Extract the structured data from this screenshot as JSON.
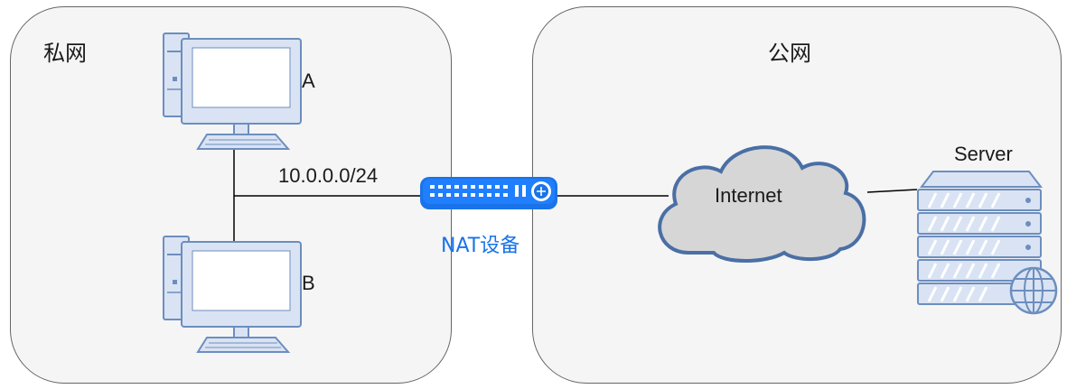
{
  "zones": {
    "private": {
      "label": "私网"
    },
    "public": {
      "label": "公网"
    }
  },
  "nodes": {
    "computer_a": {
      "label": "A",
      "icon": "desktop-computer-icon"
    },
    "computer_b": {
      "label": "B",
      "icon": "desktop-computer-icon"
    },
    "nat": {
      "label": "NAT设备",
      "icon": "network-switch-icon"
    },
    "internet": {
      "label": "Internet",
      "icon": "cloud-icon"
    },
    "server": {
      "label": "Server",
      "icon": "web-server-icon"
    }
  },
  "links": {
    "subnet_label": "10.0.0.0/24"
  },
  "colors": {
    "zone_fill": "#f5f5f5",
    "zone_border": "#666666",
    "device_fill": "#dae3f3",
    "device_stroke": "#6c8ebf",
    "nat_blue": "#1a73e8",
    "cloud_fill": "#d6d6d6",
    "cloud_stroke": "#4a6fa5"
  }
}
